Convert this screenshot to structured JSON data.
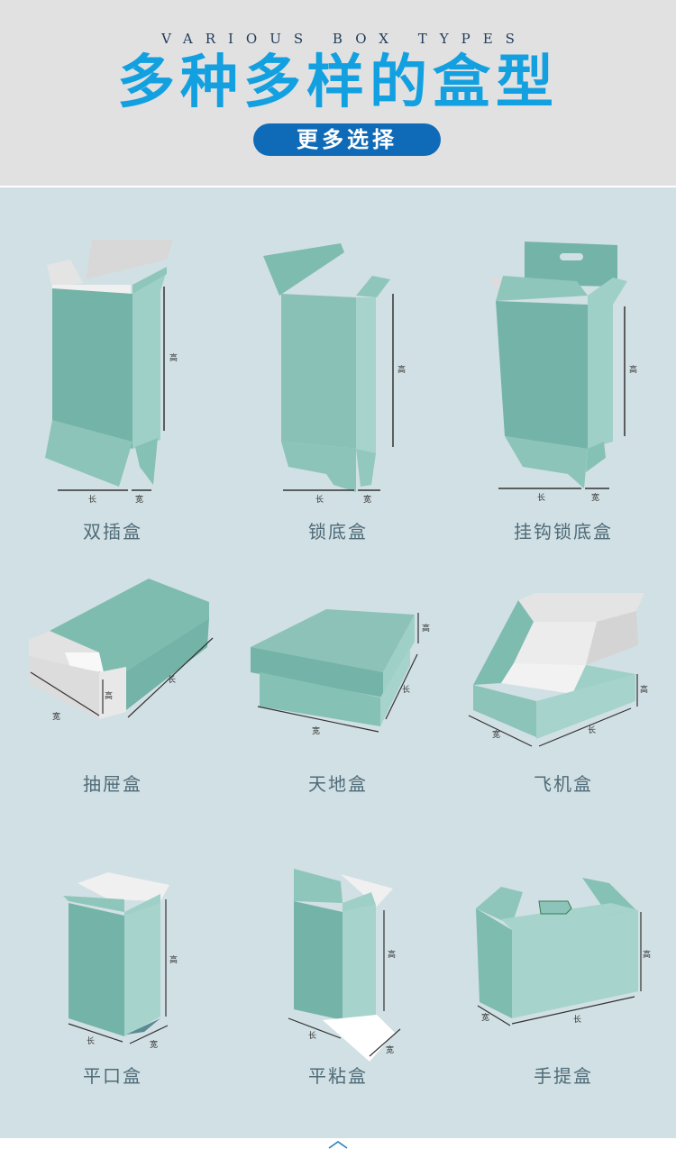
{
  "header": {
    "subtitle": "VARIOUS BOX TYPES",
    "title": "多种多样的盒型",
    "button_label": "更多选择",
    "colors": {
      "background": "#e1e1e1",
      "title": "#12a0e0",
      "subtitle": "#1e3c5a",
      "button": "#0f6bb8"
    }
  },
  "main": {
    "background": "#d1e0e4",
    "box_color": "#7fbcb0",
    "dimension_labels": {
      "length": "长",
      "width": "宽",
      "height": "高"
    },
    "boxes": [
      {
        "label": "双插盒"
      },
      {
        "label": "锁底盒"
      },
      {
        "label": "挂钩锁底盒"
      },
      {
        "label": "抽屉盒"
      },
      {
        "label": "天地盒"
      },
      {
        "label": "飞机盒"
      },
      {
        "label": "平口盒"
      },
      {
        "label": "平粘盒"
      },
      {
        "label": "手提盒"
      }
    ]
  },
  "footer": {
    "icon": "chevron-up-icon"
  }
}
